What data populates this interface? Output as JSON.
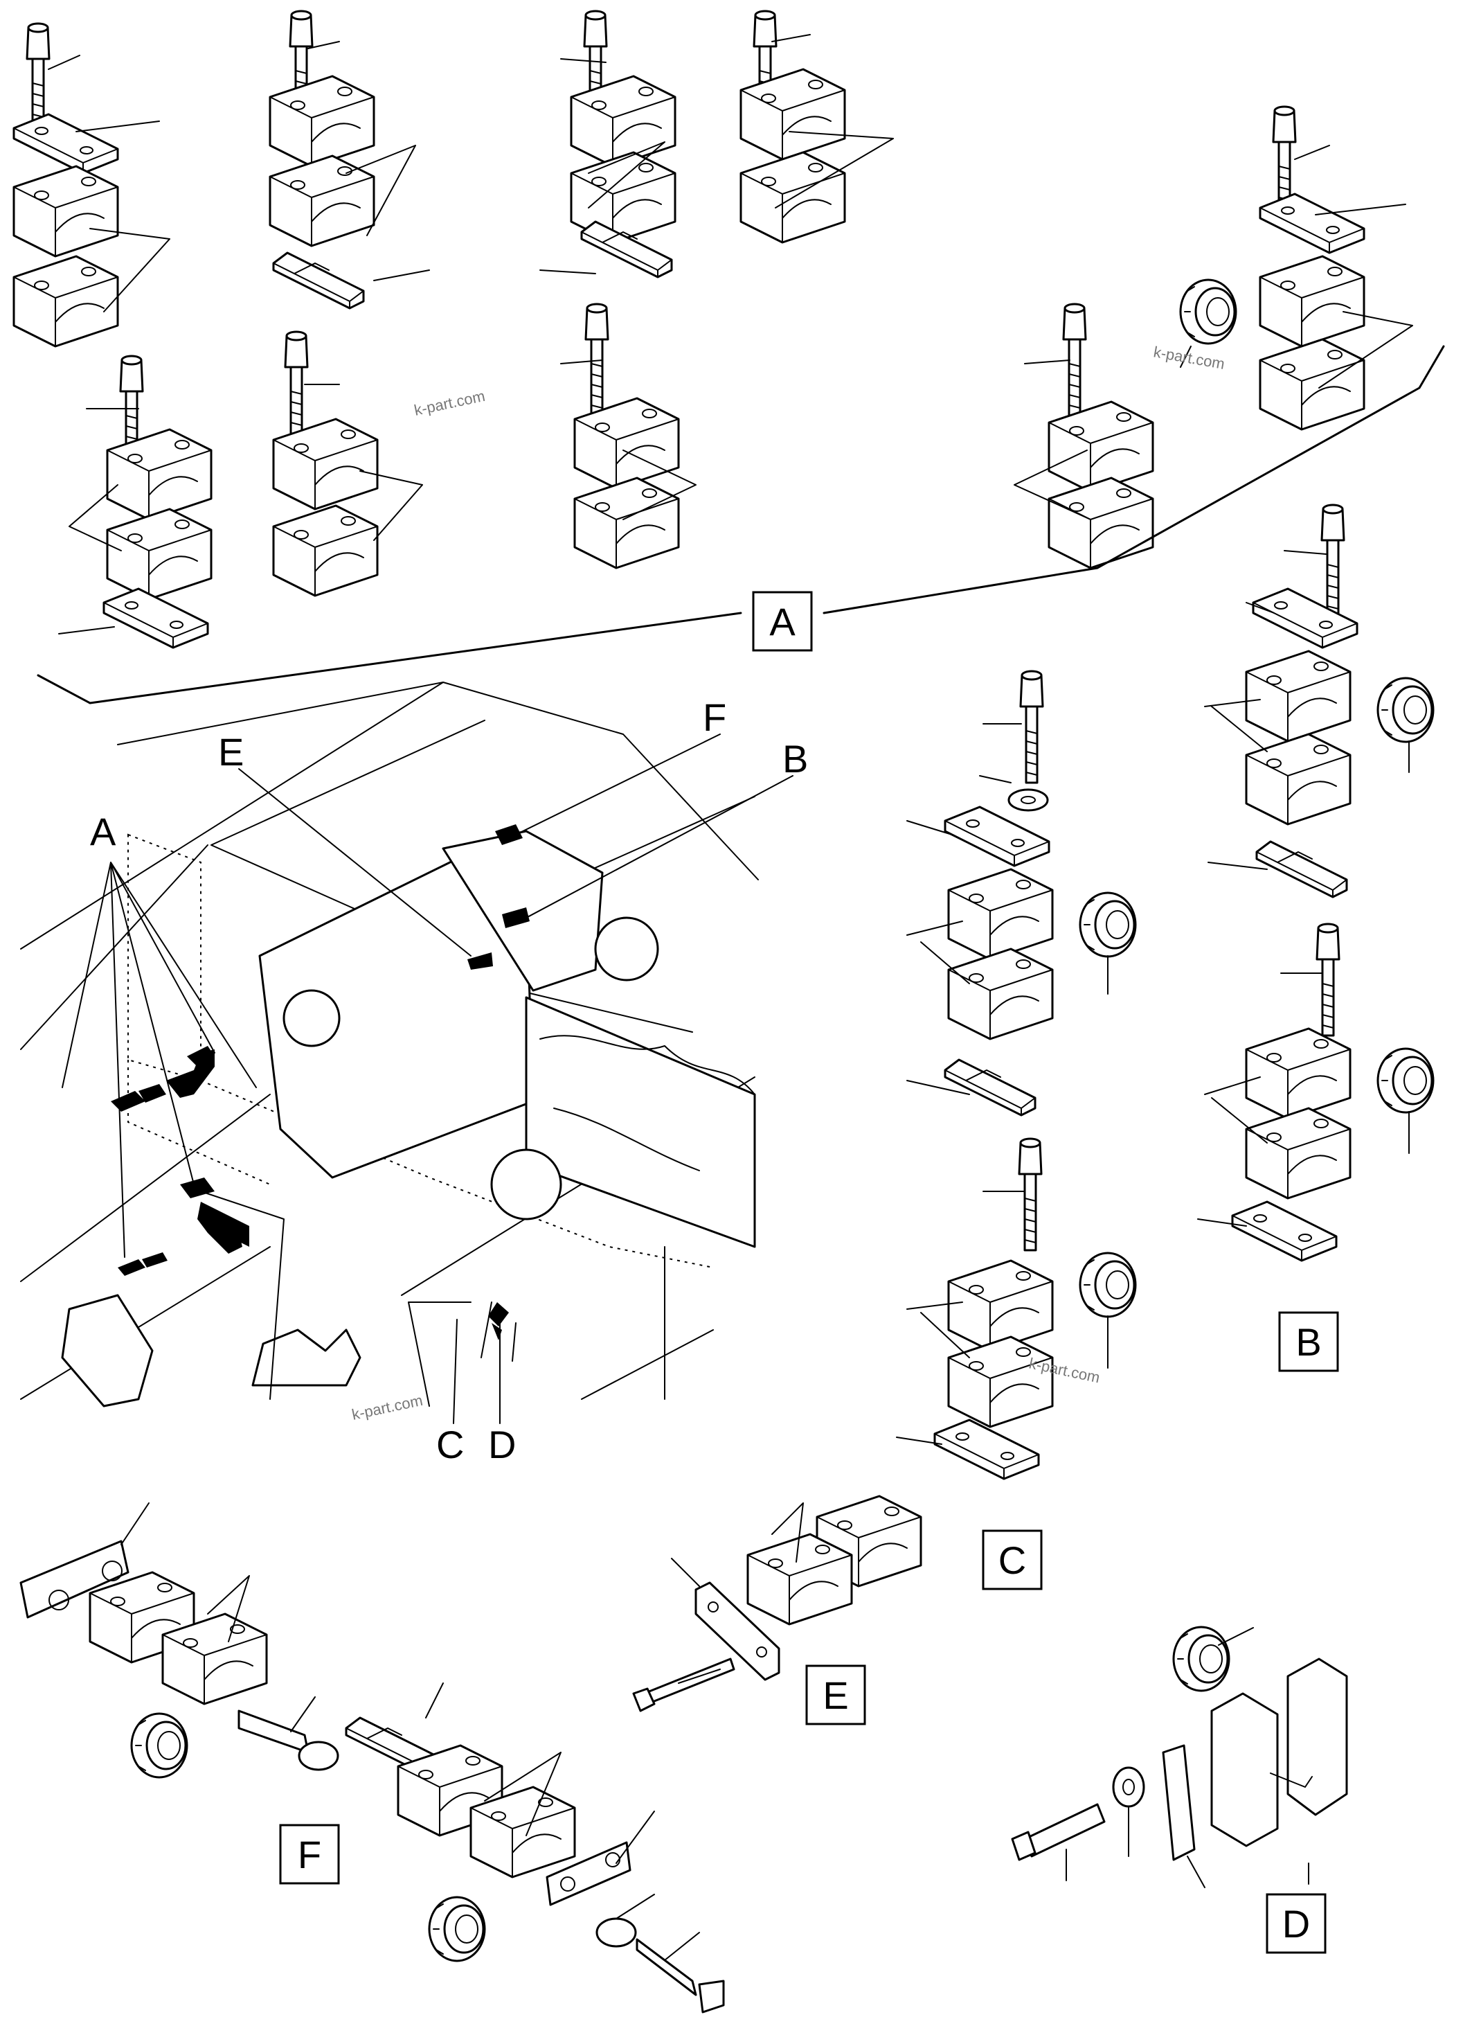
{
  "diagram": {
    "boxed_labels": [
      "A",
      "B",
      "C",
      "D",
      "E",
      "F"
    ],
    "callout_labels": {
      "a": "A",
      "b": "B",
      "c": "C",
      "d": "D",
      "e": "E",
      "f": "F"
    },
    "watermark": "k-part.com",
    "colors": {
      "line": "#000000",
      "background": "#ffffff",
      "watermark": "#777777"
    }
  }
}
